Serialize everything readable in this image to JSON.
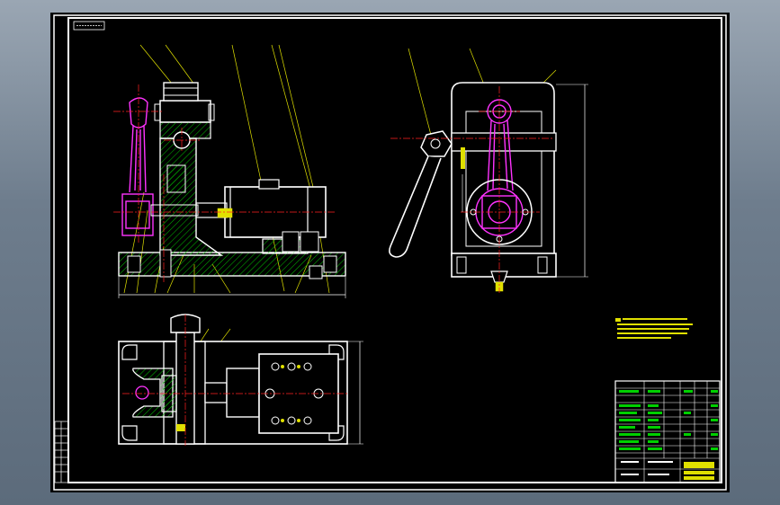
{
  "colors": {
    "frame": "#ffffff",
    "part": "#ffffff",
    "hatch": "#00c000",
    "centerline": "#ff2020",
    "leader": "#e0e000",
    "rod": "#ff33ff",
    "dimension": "#ffffff",
    "notes": "#e0e000",
    "title_text": "#00e000"
  },
  "drawing": {
    "views": [
      "front-view",
      "side-view",
      "top-view"
    ],
    "title_block_label": "CAD"
  }
}
